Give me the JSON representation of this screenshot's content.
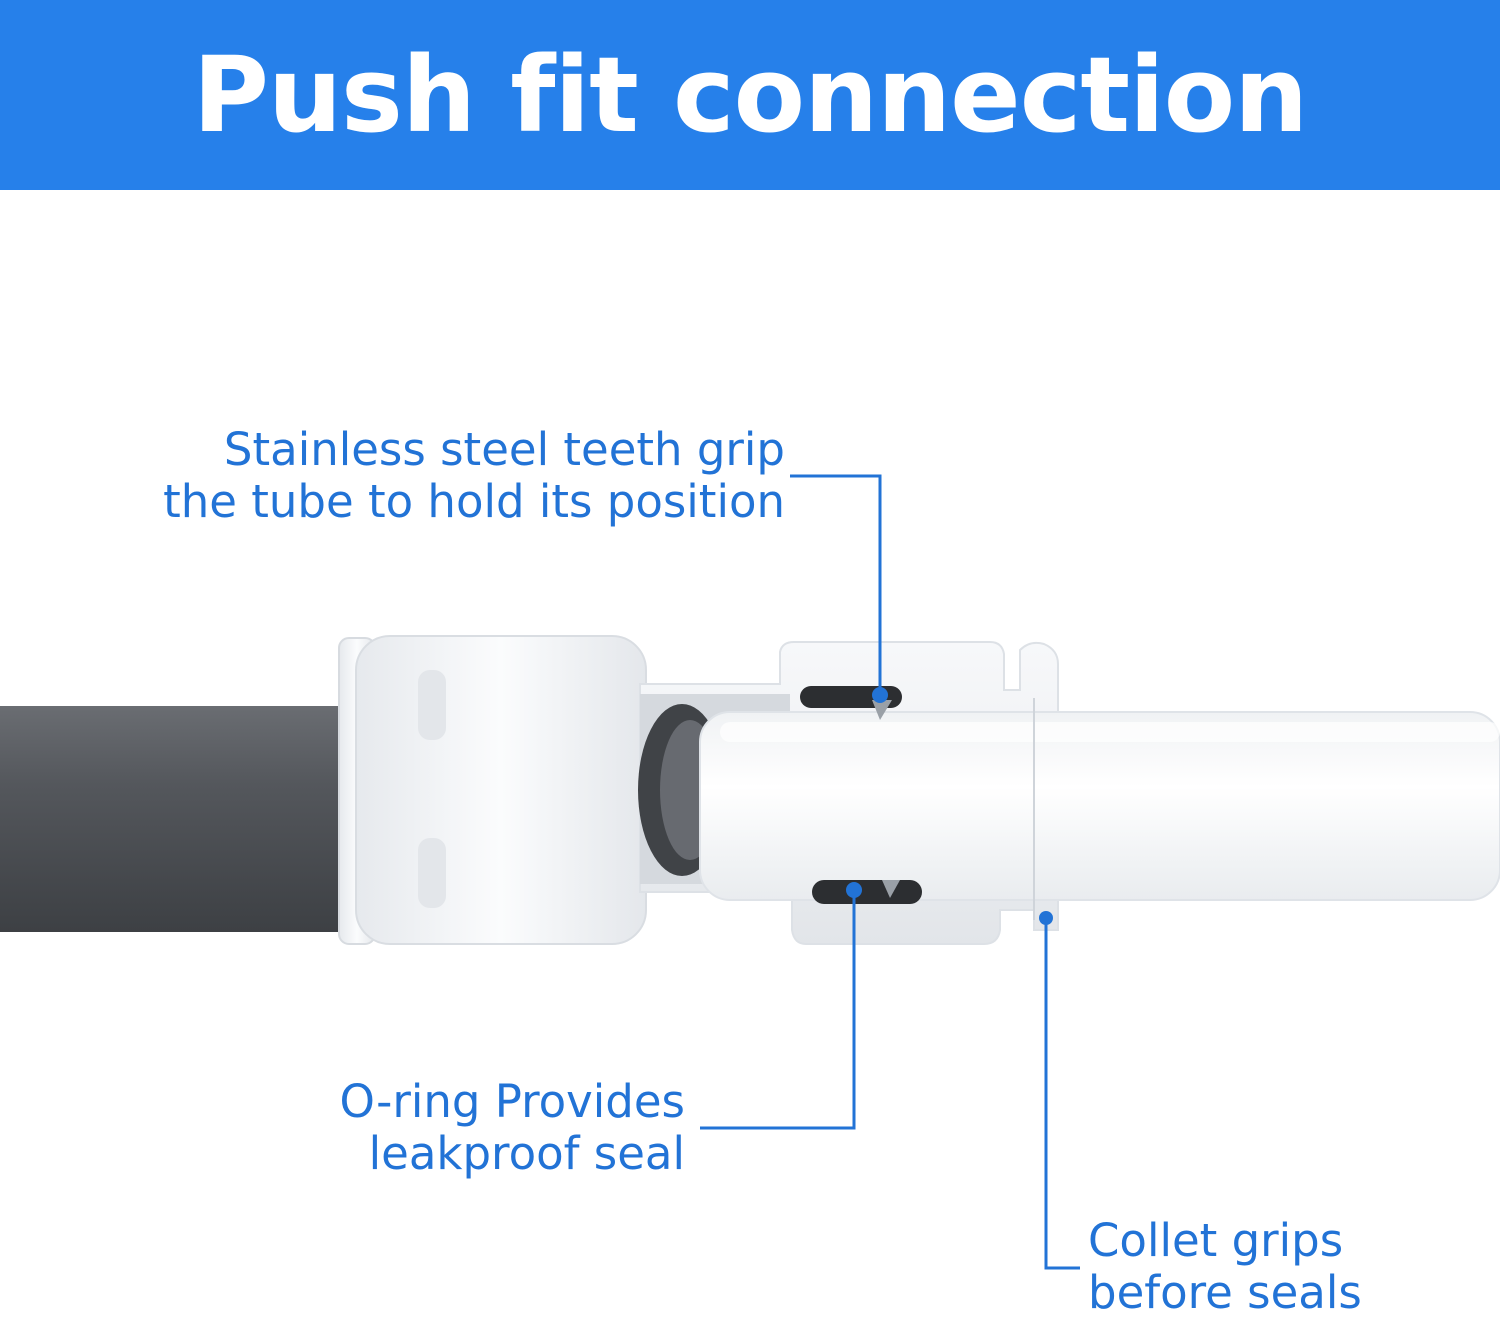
{
  "banner": {
    "title": "Push fit connection",
    "background": "#2680ea",
    "text_color": "#ffffff"
  },
  "callouts": {
    "teeth": {
      "line1": "Stainless steel teeth grip",
      "line2": "the tube to hold its position"
    },
    "oring": {
      "line1": "O-ring Provides",
      "line2": "leakproof seal"
    },
    "collet": {
      "line1": "Collet grips",
      "line2": "before seals"
    },
    "color": "#2273d6"
  },
  "colors": {
    "dark_tube": "#4f5257",
    "fitting_body": "#f1f3f6",
    "white_tube": "#fafbfc",
    "oring": "#2c2e31"
  }
}
